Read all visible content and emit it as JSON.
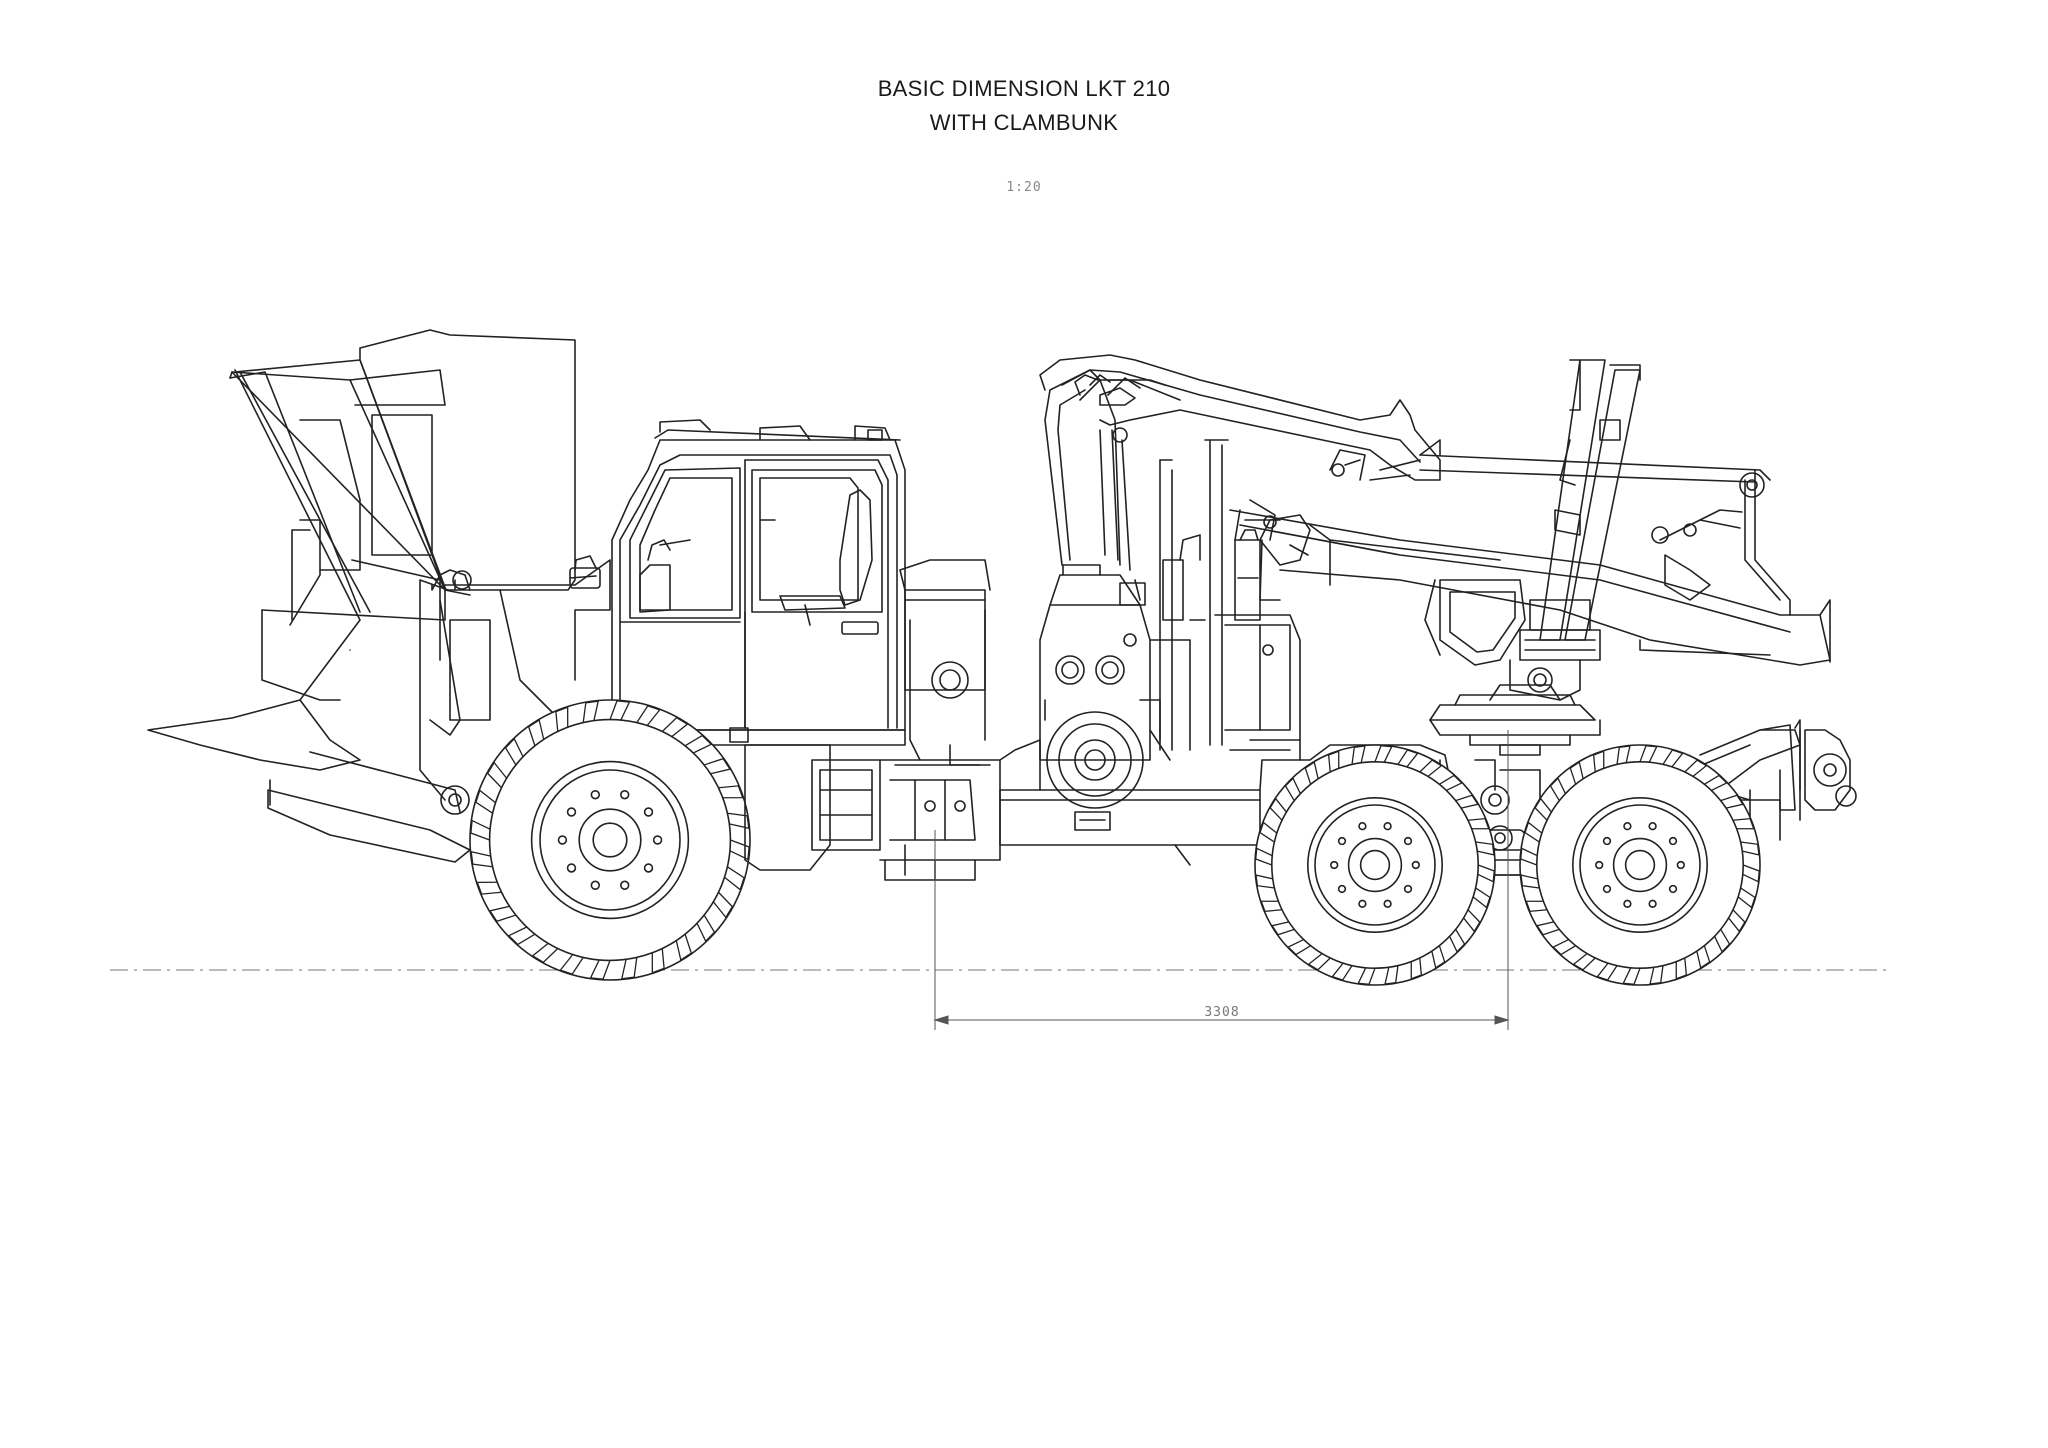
{
  "title": {
    "line1": "BASIC DIMENSION LKT 210",
    "line2": "WITH CLAMBUNK"
  },
  "scale": "1:20",
  "dimensions": {
    "wheelbase_mm": "3308"
  },
  "colors": {
    "line": "#222222",
    "dimension": "#777777",
    "background": "#ffffff"
  }
}
